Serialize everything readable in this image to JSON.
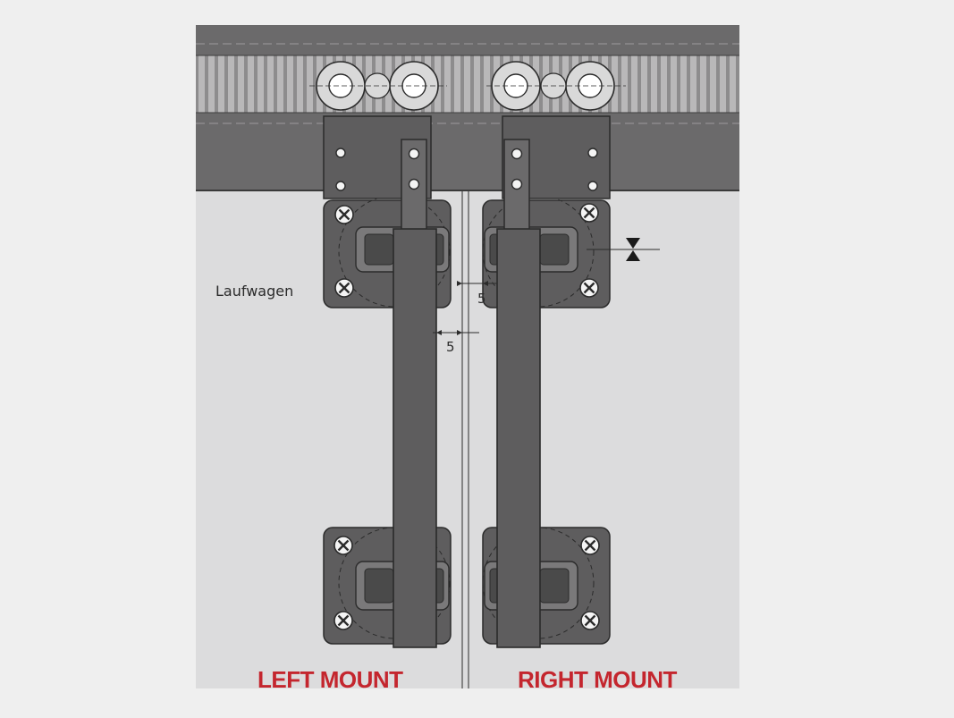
{
  "labels": {
    "left_mount": "LEFT MOUNT",
    "right_mount": "RIGHT MOUNT",
    "callout": "Laufwagen",
    "dim_upper": "5",
    "dim_lower": "5"
  },
  "colors": {
    "page_background": "#efefef",
    "panel": "#dcdcdd",
    "rail": "#6b6a6b",
    "track": "#8d8c8d",
    "hardware": "#5e5d5e",
    "outline": "#2b2b2b",
    "mount_label": "#c4262e"
  }
}
